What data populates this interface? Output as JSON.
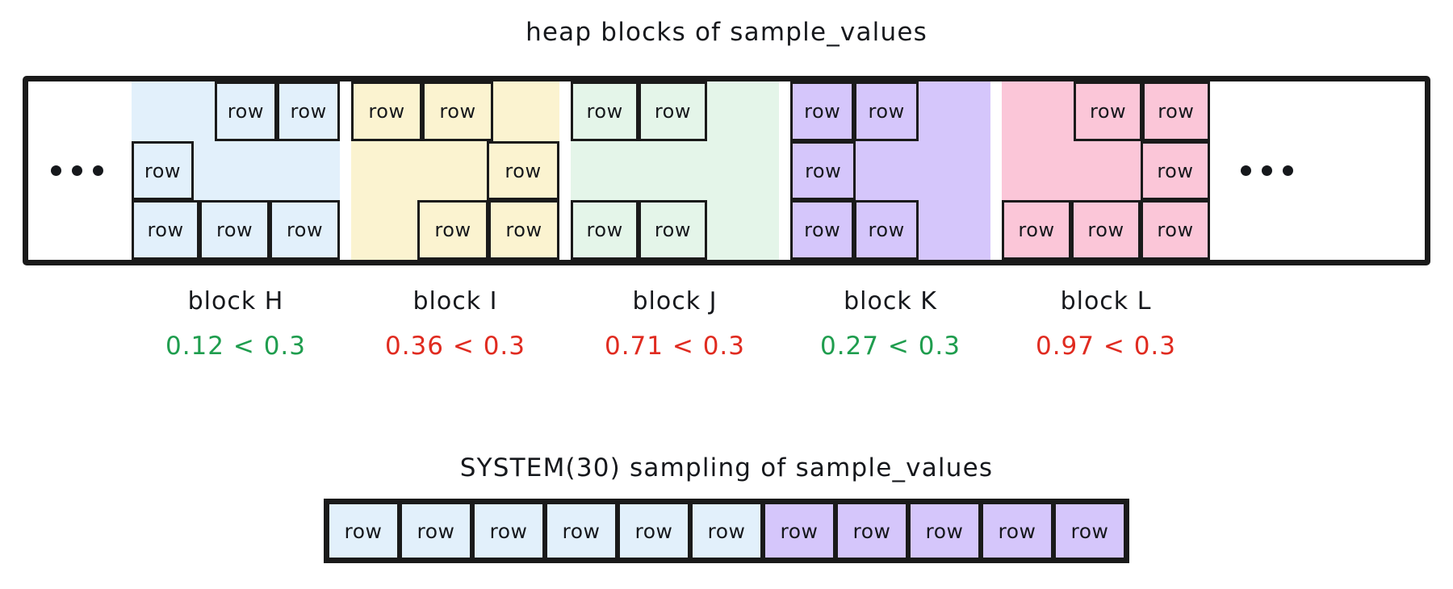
{
  "heap": {
    "title": "heap blocks of sample_values",
    "row_label": "row",
    "ellipsis": "•••",
    "threshold": "0.3",
    "colors": {
      "block_h": "#e2f0fb",
      "block_i": "#fbf3d0",
      "block_j": "#e4f5e9",
      "block_k": "#d5c6fb",
      "block_l": "#fbc6d8",
      "outline": "#1a1a1a",
      "pass": "#1f9d4e",
      "fail": "#e02b20",
      "page": "#ffffff"
    },
    "blocks": [
      {
        "id": "h",
        "caption": "block H",
        "comparison": "0.12 < 0.3",
        "sample_value": "0.12",
        "operator": "<",
        "passes": true,
        "fill": "#e2f0fb",
        "bands": [
          [
            {
              "type": "free",
              "span": 2
            },
            {
              "type": "row",
              "span": 1.4
            },
            {
              "type": "row",
              "span": 1.4
            }
          ],
          [
            {
              "type": "row",
              "span": 1.35
            },
            {
              "type": "free",
              "span": 3.45
            }
          ],
          [
            {
              "type": "row",
              "span": 1.35
            },
            {
              "type": "row",
              "span": 1.4
            },
            {
              "type": "row",
              "span": 1.4
            }
          ]
        ]
      },
      {
        "id": "i",
        "caption": "block I",
        "comparison": "0.36 < 0.3",
        "sample_value": "0.36",
        "operator": "<",
        "passes": false,
        "fill": "#fbf3d0",
        "bands": [
          [
            {
              "type": "row",
              "span": 1.4
            },
            {
              "type": "row",
              "span": 1.4
            },
            {
              "type": "free",
              "span": 1.4
            }
          ],
          [
            {
              "type": "free",
              "span": 2.8
            },
            {
              "type": "row",
              "span": 1.4
            }
          ],
          [
            {
              "type": "free",
              "span": 1.4
            },
            {
              "type": "row",
              "span": 1.4
            },
            {
              "type": "row",
              "span": 1.4
            }
          ]
        ]
      },
      {
        "id": "j",
        "caption": "block J",
        "comparison": "0.71 < 0.3",
        "sample_value": "0.71",
        "operator": "<",
        "passes": false,
        "fill": "#e4f5e9",
        "bands": [
          [
            {
              "type": "row",
              "span": 1.4
            },
            {
              "type": "row",
              "span": 1.4
            },
            {
              "type": "free",
              "span": 1.6
            }
          ],
          [
            {
              "type": "free",
              "span": 4.4
            }
          ],
          [
            {
              "type": "row",
              "span": 1.4
            },
            {
              "type": "row",
              "span": 1.4
            },
            {
              "type": "free",
              "span": 1.6
            }
          ]
        ]
      },
      {
        "id": "k",
        "caption": "block K",
        "comparison": "0.27 < 0.3",
        "sample_value": "0.27",
        "operator": "<",
        "passes": true,
        "fill": "#d5c6fb",
        "bands": [
          [
            {
              "type": "row",
              "span": 1.4
            },
            {
              "type": "row",
              "span": 1.4
            },
            {
              "type": "free",
              "span": 1.7
            }
          ],
          [
            {
              "type": "row",
              "span": 1.4
            },
            {
              "type": "free",
              "span": 3.1
            }
          ],
          [
            {
              "type": "row",
              "span": 1.4
            },
            {
              "type": "row",
              "span": 1.4
            },
            {
              "type": "free",
              "span": 1.7
            }
          ]
        ]
      },
      {
        "id": "l",
        "caption": "block L",
        "comparison": "0.97 < 0.3",
        "sample_value": "0.97",
        "operator": "<",
        "passes": false,
        "fill": "#fbc6d8",
        "bands": [
          [
            {
              "type": "free",
              "span": 1.6
            },
            {
              "type": "row",
              "span": 1.4
            },
            {
              "type": "row",
              "span": 1.4
            }
          ],
          [
            {
              "type": "free",
              "span": 3.0
            },
            {
              "type": "row",
              "span": 1.4
            }
          ],
          [
            {
              "type": "row",
              "span": 1.4
            },
            {
              "type": "row",
              "span": 1.4
            },
            {
              "type": "row",
              "span": 1.4
            }
          ]
        ]
      }
    ]
  },
  "system": {
    "title": "SYSTEM(30) sampling of sample_values",
    "row_label": "row",
    "cells": [
      {
        "fill": "#e2f0fb",
        "block": "h",
        "label": "row"
      },
      {
        "fill": "#e2f0fb",
        "block": "h",
        "label": "row"
      },
      {
        "fill": "#e2f0fb",
        "block": "h",
        "label": "row"
      },
      {
        "fill": "#e2f0fb",
        "block": "h",
        "label": "row"
      },
      {
        "fill": "#e2f0fb",
        "block": "h",
        "label": "row"
      },
      {
        "fill": "#e2f0fb",
        "block": "h",
        "label": "row"
      },
      {
        "fill": "#d5c6fb",
        "block": "k",
        "label": "row"
      },
      {
        "fill": "#d5c6fb",
        "block": "k",
        "label": "row"
      },
      {
        "fill": "#d5c6fb",
        "block": "k",
        "label": "row"
      },
      {
        "fill": "#d5c6fb",
        "block": "k",
        "label": "row"
      },
      {
        "fill": "#d5c6fb",
        "block": "k",
        "label": "row"
      }
    ]
  }
}
